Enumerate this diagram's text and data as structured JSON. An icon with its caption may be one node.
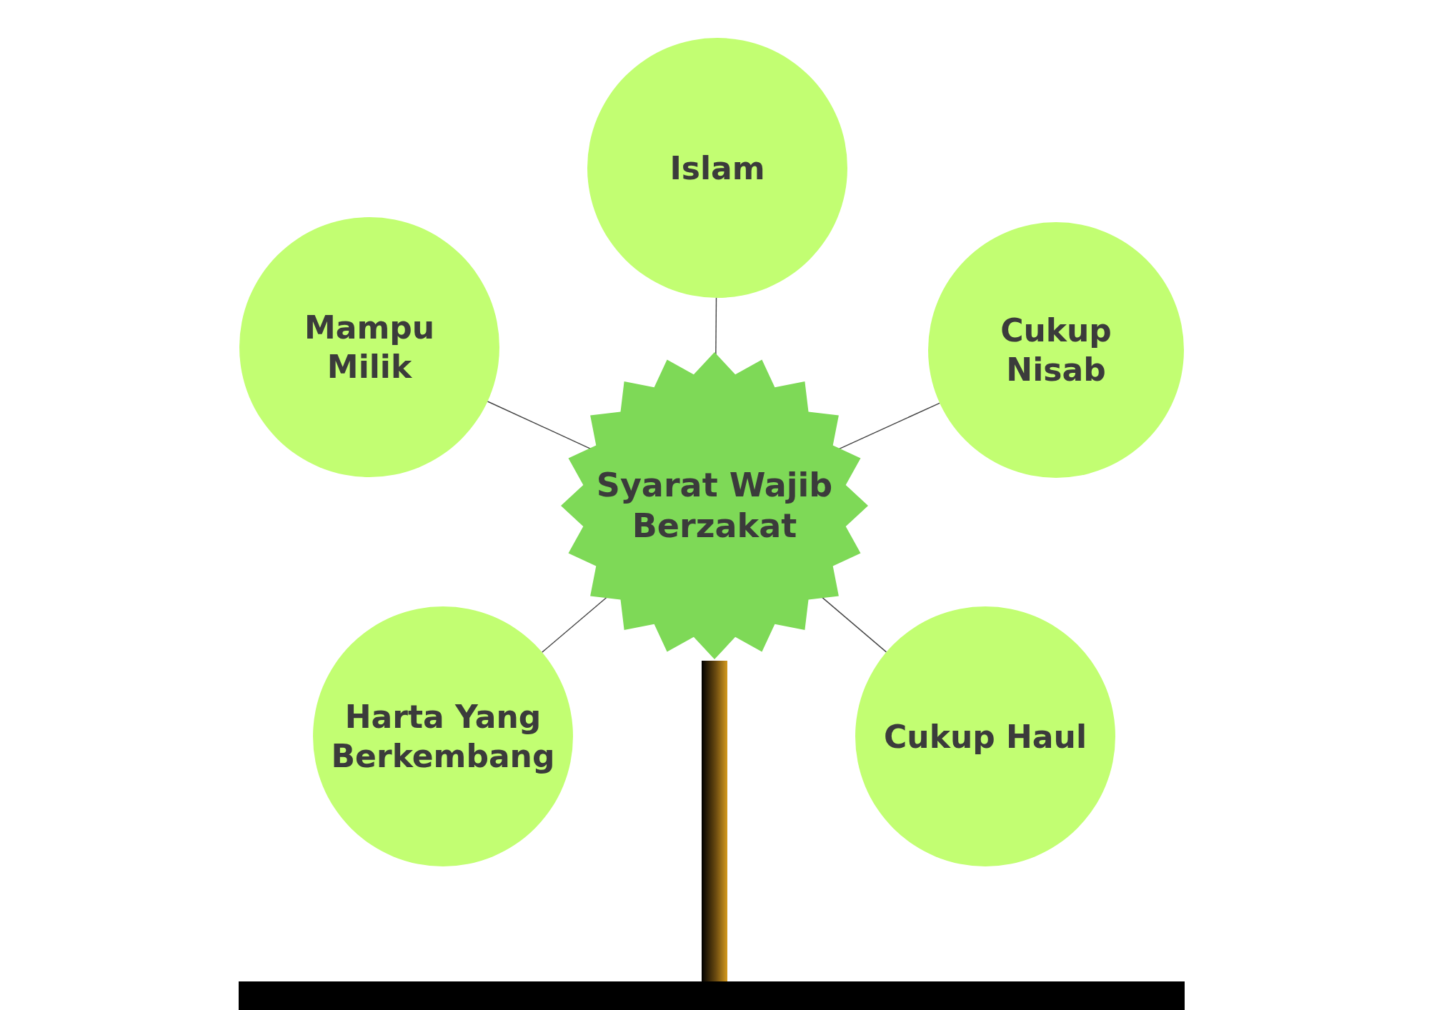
{
  "diagram": {
    "nodes": [
      {
        "text": [
          "Islam"
        ]
      },
      {
        "text": [
          "Mampu Milik"
        ]
      },
      {
        "text": [
          "Cukup Nisab"
        ]
      },
      {
        "text": [
          "Syarat Wajib Berzakat"
        ]
      },
      {
        "text": [
          "Harta Yang Berkembang"
        ]
      },
      {
        "text": [
          "Cukup Haul"
        ]
      }
    ],
    "edges": [
      {
        "from": 3,
        "to": 0,
        "arrow": "none"
      },
      {
        "from": 3,
        "to": 1,
        "arrow": "none"
      },
      {
        "from": 3,
        "to": 2,
        "arrow": "none"
      },
      {
        "from": 3,
        "to": 4,
        "arrow": "none"
      },
      {
        "from": 3,
        "to": 5,
        "arrow": "none"
      }
    ]
  }
}
